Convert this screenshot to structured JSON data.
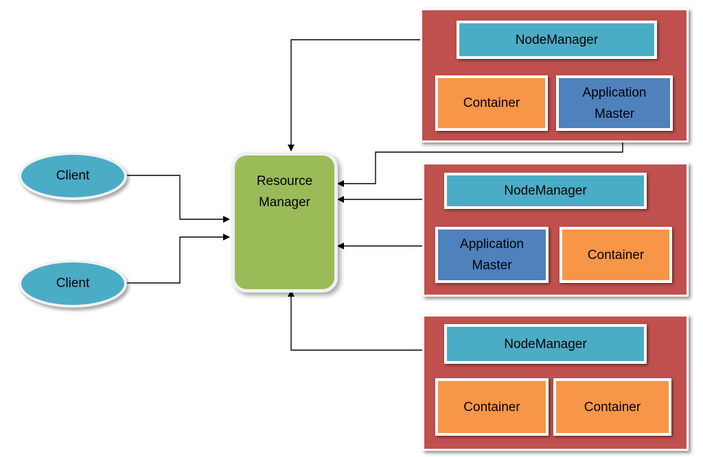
{
  "colors": {
    "panel": "#c0504d",
    "node_manager": "#4bacc6",
    "container": "#f79646",
    "application_master": "#4f81bd",
    "resource_manager": "#9bbb59",
    "client": "#4bacc6",
    "arrow": "#000000"
  },
  "resource_manager": {
    "label": "Resource\nManager"
  },
  "clients": [
    {
      "label": "Client"
    },
    {
      "label": "Client"
    }
  ],
  "nodes": [
    {
      "node_manager": "NodeManager",
      "components": [
        {
          "type": "container",
          "label": "Container"
        },
        {
          "type": "application-master",
          "label": "Application\nMaster"
        }
      ]
    },
    {
      "node_manager": "NodeManager",
      "components": [
        {
          "type": "application-master",
          "label": "Application\nMaster"
        },
        {
          "type": "container",
          "label": "Container"
        }
      ]
    },
    {
      "node_manager": "NodeManager",
      "components": [
        {
          "type": "container",
          "label": "Container"
        },
        {
          "type": "container",
          "label": "Container"
        }
      ]
    }
  ]
}
